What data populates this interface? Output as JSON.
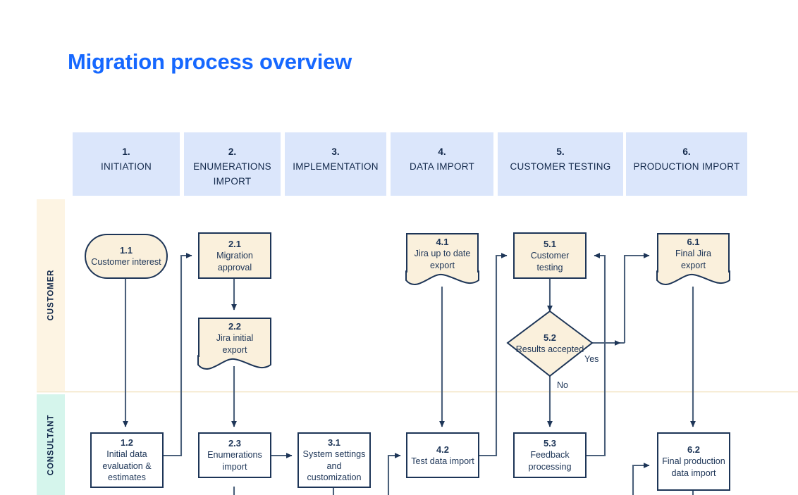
{
  "page": {
    "title": "Migration process overview",
    "title_color": "#1668ff",
    "background": "#ffffff"
  },
  "colors": {
    "header_band": "#dbe6fb",
    "node_fill_customer": "#faf0dc",
    "node_fill_consultant": "#ffffff",
    "node_stroke": "#1d3557",
    "lane_customer": "#fdf4e3",
    "lane_consultant": "#d5f5ec",
    "connector": "#4a5f7a",
    "lane_divider": "#f3e3c0"
  },
  "phases": [
    {
      "num": "1.",
      "name": "INITIATION"
    },
    {
      "num": "2.",
      "name": "ENUMERATIONS IMPORT"
    },
    {
      "num": "3.",
      "name": "IMPLEMENTATION"
    },
    {
      "num": "4.",
      "name": "DATA IMPORT"
    },
    {
      "num": "5.",
      "name": "CUSTOMER TESTING"
    },
    {
      "num": "6.",
      "name": "PRODUCTION IMPORT"
    }
  ],
  "lanes": [
    {
      "label": "CUSTOMER",
      "color": "#fdf4e3"
    },
    {
      "label": "CONSULTANT",
      "color": "#d5f5ec"
    }
  ],
  "nodes": [
    {
      "id": "1.1",
      "label": "Customer interest",
      "shape": "stadium",
      "lane": "CUSTOMER",
      "phase": "1."
    },
    {
      "id": "2.1",
      "label": "Migration approval",
      "shape": "rect",
      "lane": "CUSTOMER",
      "phase": "2."
    },
    {
      "id": "2.2",
      "label": "Jira initial export",
      "shape": "document",
      "lane": "CUSTOMER",
      "phase": "2."
    },
    {
      "id": "4.1",
      "label": "Jira up to date export",
      "shape": "document",
      "lane": "CUSTOMER",
      "phase": "4."
    },
    {
      "id": "5.1",
      "label": "Customer testing",
      "shape": "rect",
      "lane": "CUSTOMER",
      "phase": "5."
    },
    {
      "id": "5.2",
      "label": "Results accepted",
      "shape": "diamond",
      "lane": "CUSTOMER",
      "phase": "5."
    },
    {
      "id": "6.1",
      "label": "Final Jira export",
      "shape": "document",
      "lane": "CUSTOMER",
      "phase": "6."
    },
    {
      "id": "1.2",
      "label": "Initial data evaluation & estimates",
      "shape": "rect-plain",
      "lane": "CONSULTANT",
      "phase": "1."
    },
    {
      "id": "2.3",
      "label": "Enumerations import",
      "shape": "rect-plain",
      "lane": "CONSULTANT",
      "phase": "2."
    },
    {
      "id": "3.1",
      "label": "System settings and customization",
      "shape": "rect-plain",
      "lane": "CONSULTANT",
      "phase": "3."
    },
    {
      "id": "4.2",
      "label": "Test data import",
      "shape": "rect-plain",
      "lane": "CONSULTANT",
      "phase": "4."
    },
    {
      "id": "5.3",
      "label": "Feedback processing",
      "shape": "rect-plain",
      "lane": "CONSULTANT",
      "phase": "5."
    },
    {
      "id": "6.2",
      "label": "Final production data import",
      "shape": "rect-plain",
      "lane": "CONSULTANT",
      "phase": "6."
    }
  ],
  "edge_labels": [
    {
      "text": "Yes",
      "from": "5.2",
      "to": "6.1"
    },
    {
      "text": "No",
      "from": "5.2",
      "to": "5.3"
    }
  ]
}
